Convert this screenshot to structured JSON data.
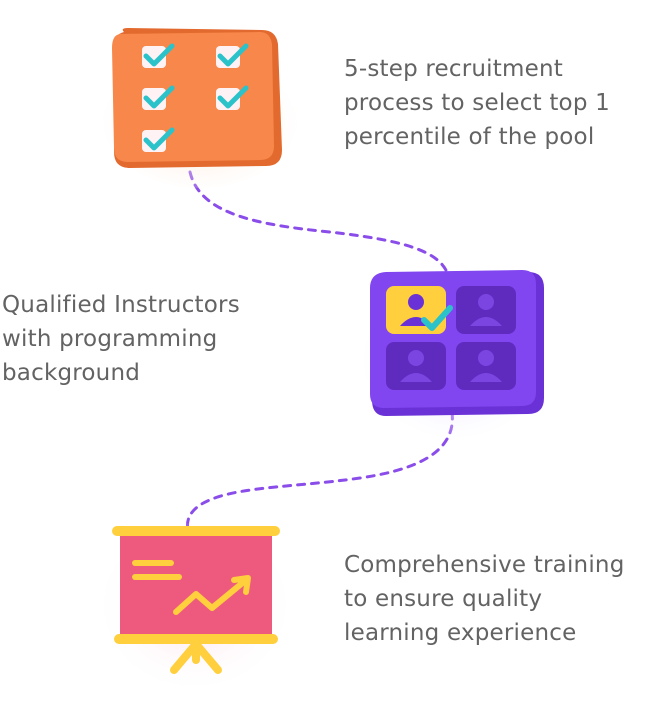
{
  "features": [
    {
      "icon": "checklist-icon",
      "lines": [
        "5-step recruitment",
        "process to select top 1",
        "percentile of the pool"
      ]
    },
    {
      "icon": "instructors-icon",
      "lines": [
        "Qualified Instructors",
        "with programming",
        "background"
      ]
    },
    {
      "icon": "training-board-icon",
      "lines": [
        "Comprehensive training",
        "to ensure quality",
        "learning experience"
      ]
    }
  ],
  "colors": {
    "text": "#636363",
    "orange": "#F7874B",
    "orange_dark": "#E36A2E",
    "purple": "#8146F0",
    "purple_dark": "#6A32D6",
    "pink": "#EE5A7E",
    "yellow": "#FFCF3D",
    "teal": "#2BC3C9",
    "connector": "#8A4DEA"
  }
}
